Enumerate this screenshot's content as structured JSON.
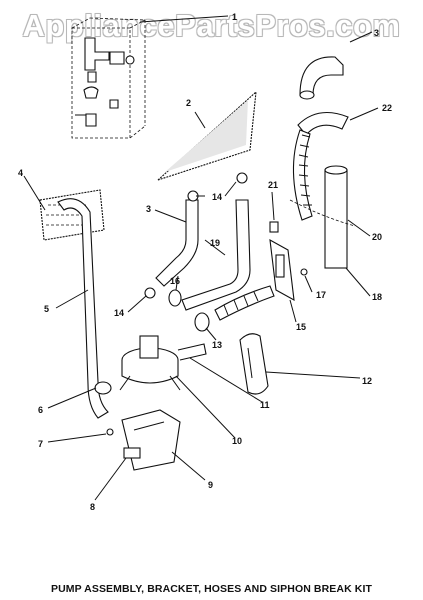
{
  "watermark": "AppliancePartsPros.com",
  "caption": "PUMP ASSEMBLY, BRACKET, HOSES AND SIPHON BREAK KIT",
  "callouts": [
    "1",
    "2",
    "3",
    "4",
    "5",
    "6",
    "7",
    "8",
    "9",
    "10",
    "11",
    "12",
    "13",
    "14",
    "14",
    "15",
    "16",
    "17",
    "18",
    "19",
    "20",
    "21",
    "22",
    "3"
  ]
}
